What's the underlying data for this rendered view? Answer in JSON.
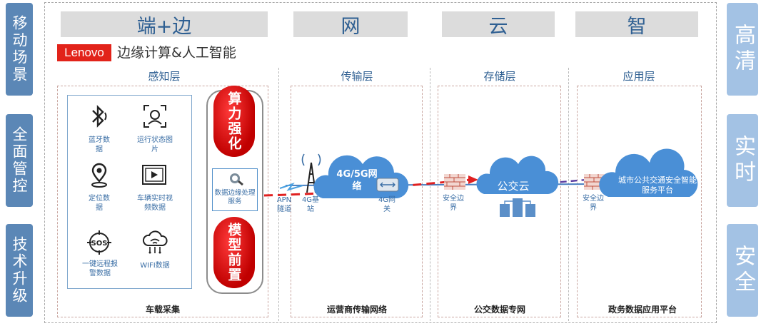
{
  "side_left": [
    "移动场景",
    "全面管控",
    "技术升级"
  ],
  "side_right": [
    "高清",
    "实时",
    "安全"
  ],
  "banners": [
    "端+边",
    "网",
    "云",
    "智"
  ],
  "brand": {
    "logo": "Lenovo",
    "title": "边缘计算&人工智能"
  },
  "layers": [
    "感知层",
    "传输层",
    "存储层",
    "应用层"
  ],
  "sensors": [
    {
      "label": "蓝牙数据",
      "icon": "bluetooth-icon"
    },
    {
      "label": "运行状态图片",
      "icon": "face-scan-icon"
    },
    {
      "label": "定位数据",
      "icon": "location-pin-icon"
    },
    {
      "label": "车辆实时视频数据",
      "icon": "video-play-icon"
    },
    {
      "label": "一键远程报警数据",
      "icon": "sos-icon"
    },
    {
      "label": "WIFI数据",
      "icon": "wifi-cloud-icon"
    }
  ],
  "pills": [
    "算力强化",
    "模型前置"
  ],
  "edge_service": "数据边缘处理服务",
  "network": {
    "apn": "APN隧道",
    "station": "4G基站",
    "cloud": "4G/5G网络",
    "gateway": "4G网关",
    "security1": "安全边界",
    "bus_cloud": "公交云",
    "security2": "安全边界",
    "platform": "城市公共交通安全智能服务平台"
  },
  "captions": [
    "车载采集",
    "运营商传输网络",
    "公交数据专网",
    "政务数据应用平台"
  ],
  "colors": {
    "side": "#5b87b6",
    "side_right": "#a3c2e4",
    "title_blue": "#2e5f92",
    "cloud": "#4a8fd6",
    "alert_red": "#e02020"
  }
}
